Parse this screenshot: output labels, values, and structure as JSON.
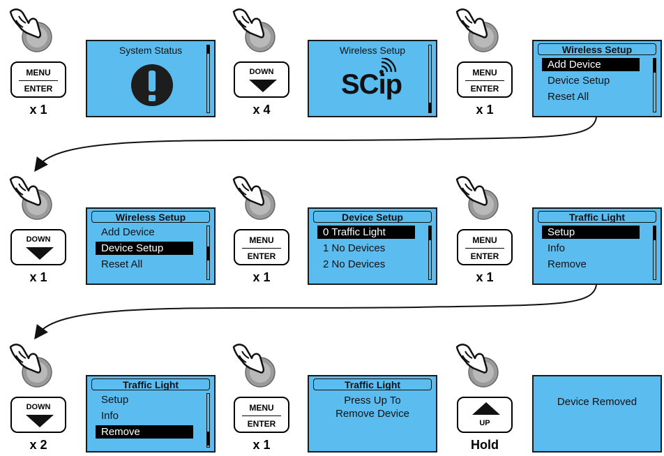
{
  "rows": [
    {
      "steps": [
        {
          "button": {
            "type": "menu-enter",
            "labels": [
              "MENU",
              "ENTER"
            ]
          },
          "count": "x 1",
          "screen": {
            "title": "System Status",
            "title_boxed": false,
            "icon": "exclamation-icon"
          }
        },
        {
          "button": {
            "type": "down",
            "labels": [
              "DOWN"
            ]
          },
          "count": "x 4",
          "screen": {
            "title": "Wireless Setup",
            "title_boxed": false,
            "logo_text": "SCip",
            "icon": "wireless-signal-icon"
          }
        },
        {
          "button": {
            "type": "menu-enter",
            "labels": [
              "MENU",
              "ENTER"
            ]
          },
          "count": "x 1",
          "screen": {
            "title": "Wireless Setup",
            "title_boxed": true,
            "items": [
              "Add Device",
              "Device Setup",
              "Reset All"
            ],
            "selected": 0
          }
        }
      ]
    },
    {
      "steps": [
        {
          "button": {
            "type": "down",
            "labels": [
              "DOWN"
            ]
          },
          "count": "x 1",
          "screen": {
            "title": "Wireless Setup",
            "title_boxed": true,
            "items": [
              "Add Device",
              "Device Setup",
              "Reset All"
            ],
            "selected": 1
          }
        },
        {
          "button": {
            "type": "menu-enter",
            "labels": [
              "MENU",
              "ENTER"
            ]
          },
          "count": "x 1",
          "screen": {
            "title": "Device Setup",
            "title_boxed": true,
            "items": [
              "0 Traffic Light",
              "1 No Devices",
              "2 No Devices"
            ],
            "selected": 0
          }
        },
        {
          "button": {
            "type": "menu-enter",
            "labels": [
              "MENU",
              "ENTER"
            ]
          },
          "count": "x 1",
          "screen": {
            "title": "Traffic Light",
            "title_boxed": true,
            "items": [
              "Setup",
              "Info",
              "Remove"
            ],
            "selected": 0
          }
        }
      ]
    },
    {
      "steps": [
        {
          "button": {
            "type": "down",
            "labels": [
              "DOWN"
            ]
          },
          "count": "x 2",
          "screen": {
            "title": "Traffic Light",
            "title_boxed": true,
            "items": [
              "Setup",
              "Info",
              "Remove"
            ],
            "selected": 2
          }
        },
        {
          "button": {
            "type": "menu-enter",
            "labels": [
              "MENU",
              "ENTER"
            ]
          },
          "count": "x 1",
          "screen": {
            "title": "Traffic Light",
            "title_boxed": true,
            "message": [
              "Press Up To",
              "Remove Device"
            ]
          }
        },
        {
          "button": {
            "type": "up",
            "labels": [
              "UP"
            ]
          },
          "count": "Hold",
          "screen": {
            "title": "",
            "title_boxed": false,
            "message": [
              "Device Removed"
            ]
          }
        }
      ]
    }
  ],
  "icons": {
    "hand": "pointing-hand-icon",
    "arrow": "curved-arrow"
  }
}
